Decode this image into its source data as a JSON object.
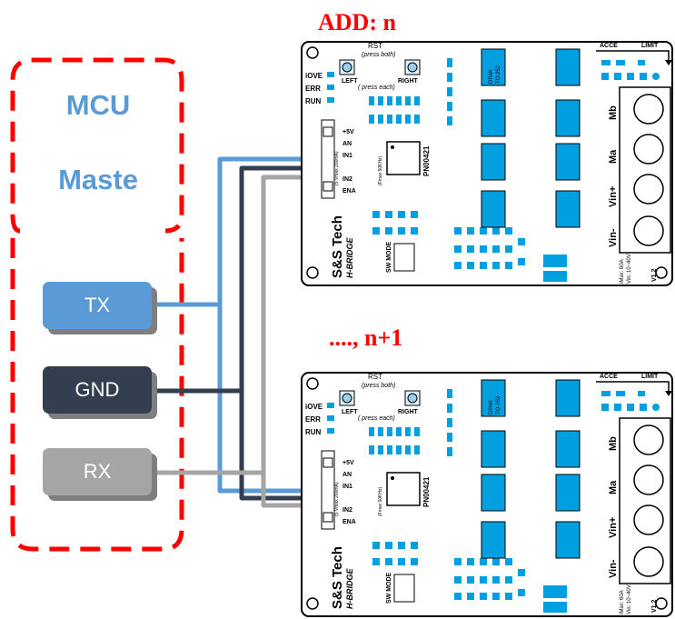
{
  "mcu": {
    "title_line1": "MCU",
    "title_line2": "Maste"
  },
  "pins": {
    "tx": "TX",
    "gnd": "GND",
    "rx": "RX"
  },
  "boards": [
    {
      "label": "ADD: n"
    },
    {
      "label": "...., n+1"
    }
  ],
  "board_text": {
    "brand": "S&S Tech",
    "subtitle": "H-BRIDGE",
    "rst": "RST",
    "press_both": "(press  both)",
    "left": "LEFT",
    "right": "RIGHT",
    "press_each": "( press each)",
    "iove": "iOVE",
    "err": "ERR",
    "run": "RUN",
    "p5v": "+5V",
    "an": "AN",
    "in1": "IN1",
    "in2": "IN2",
    "ena": "ENA",
    "vmax": "(5 Vmax 200mA)",
    "fmax": "(Fmax 50KHz)",
    "chip": "PN00421",
    "acce": "ACCE",
    "limit": "LIMIT",
    "ma": "Ma",
    "mb": "Mb",
    "vinp": "Vin+",
    "vinm": "Vin-",
    "imax": "iMax: 60A",
    "vin_range": "Vin: 10~40V",
    "ver": "V1.2",
    "sw": "SW  MODE",
    "dpak": "DPAK",
    "to252": "TO-252"
  },
  "colors": {
    "wire_tx": "#5b9bd5",
    "wire_gnd": "#333f50",
    "wire_rx": "#a5a5a5",
    "dash_red": "#ff0000",
    "board_blue": "#00a0e0"
  }
}
